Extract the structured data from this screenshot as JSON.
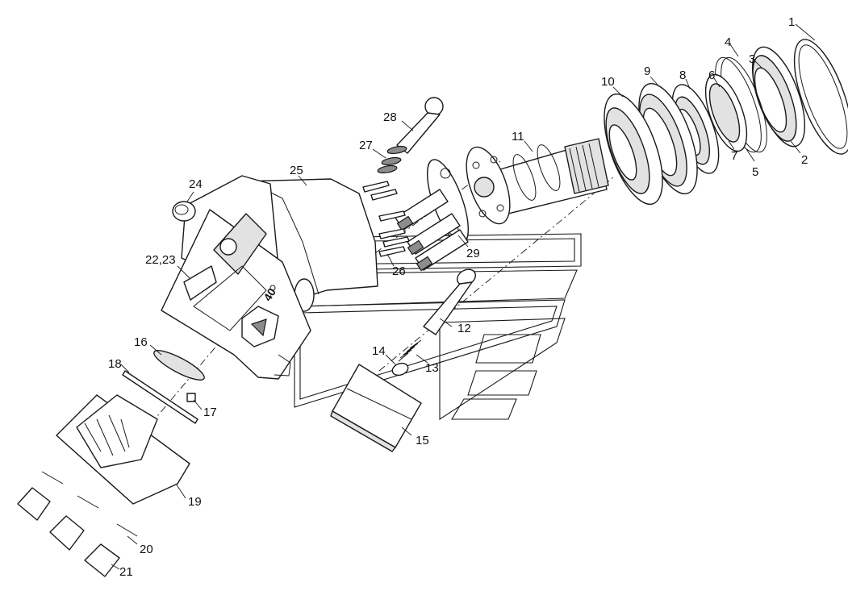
{
  "callouts": [
    "1",
    "2",
    "3",
    "4",
    "5",
    "6",
    "7",
    "8",
    "9",
    "10",
    "11",
    "12",
    "13",
    "14",
    "15",
    "16",
    "17",
    "18",
    "19",
    "20",
    "21",
    "22,23",
    "24",
    "25",
    "26",
    "27",
    "28",
    "29"
  ],
  "housing_marking": "40"
}
